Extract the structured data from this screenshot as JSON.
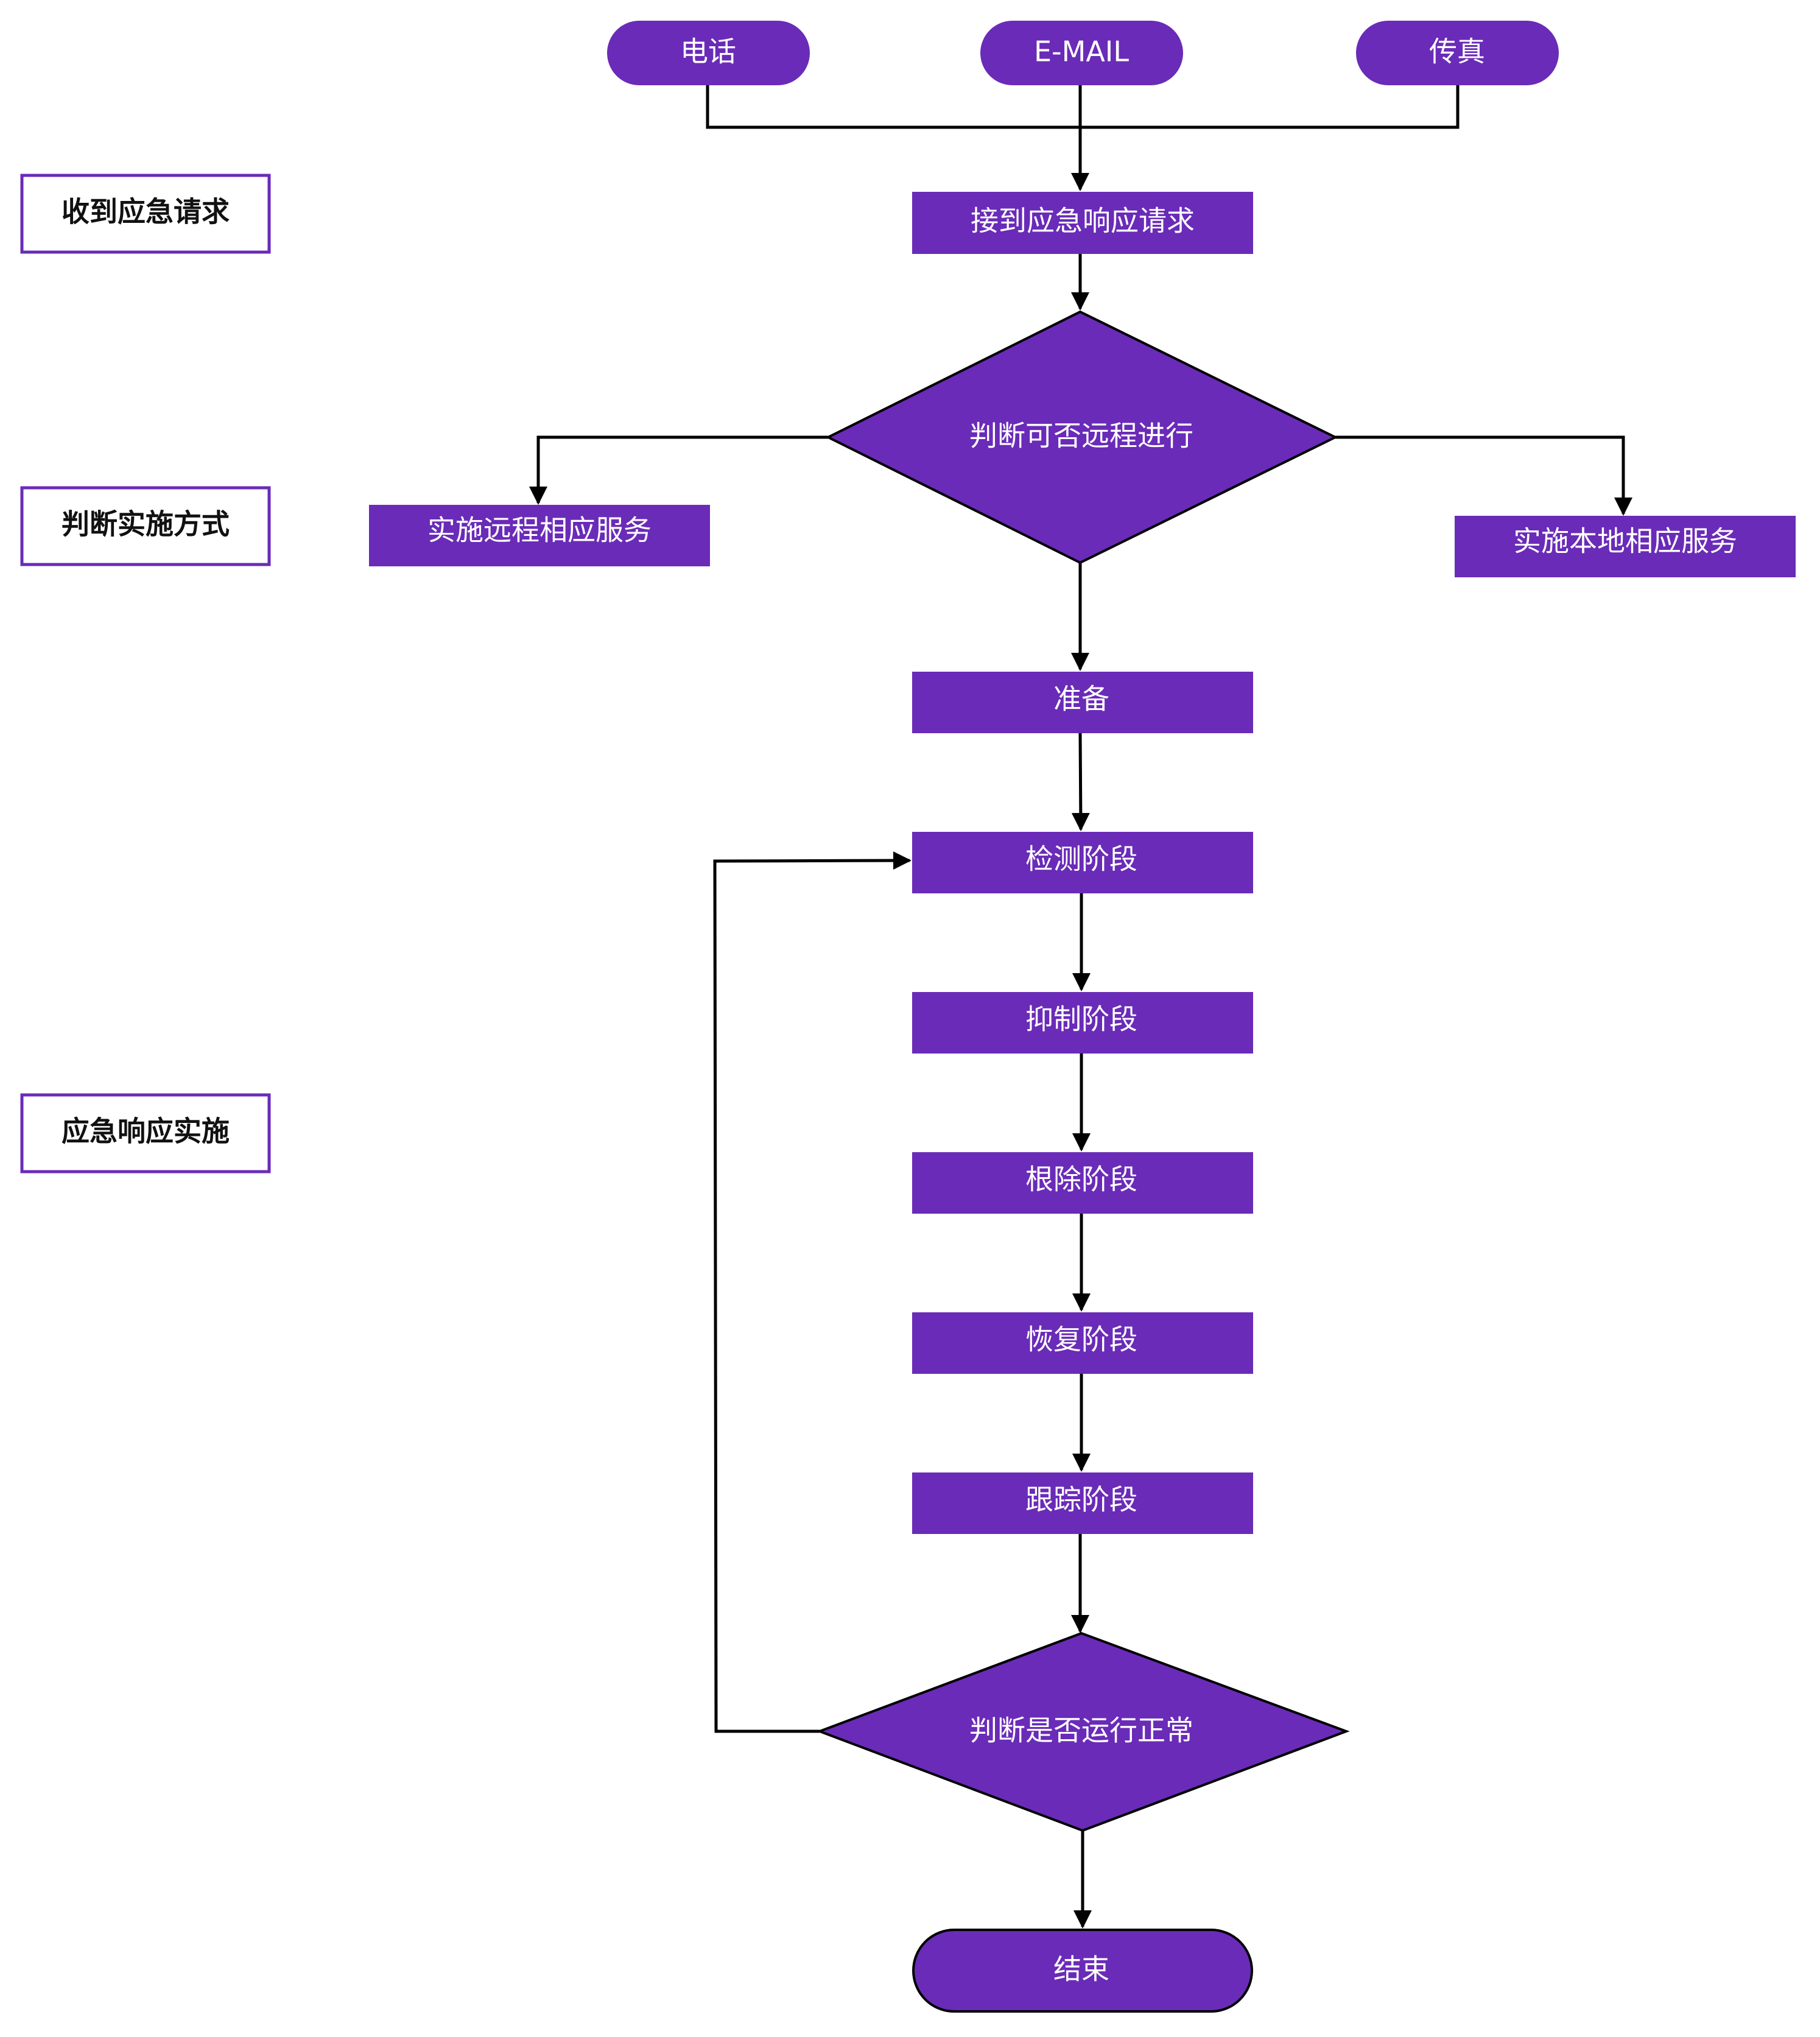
{
  "colors": {
    "node_fill": "#6A2BB8",
    "stage_border": "#6A2BB8",
    "connector": "#000000"
  },
  "stages": {
    "receive_request": "收到应急请求",
    "decide_method": "判断实施方式",
    "implementation": "应急响应实施"
  },
  "sources": {
    "phone": "电话",
    "email": "E-MAIL",
    "fax": "传真"
  },
  "nodes": {
    "receive_request": "接到应急响应请求",
    "decide_remote": "判断可否远程进行",
    "remote_service": "实施远程相应服务",
    "local_service": "实施本地相应服务",
    "prepare": "准备",
    "detect": "检测阶段",
    "suppress": "抑制阶段",
    "eradicate": "根除阶段",
    "recover": "恢复阶段",
    "track": "跟踪阶段",
    "decide_normal": "判断是否运行正常",
    "end": "结束"
  }
}
